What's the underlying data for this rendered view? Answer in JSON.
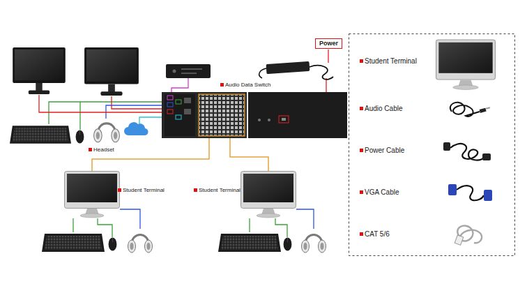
{
  "diagram": {
    "nodes": [
      {
        "text": [
          "Audio Data Switch"
        ]
      },
      {
        "text": [
          "Student Terminal"
        ]
      },
      {
        "text": [
          "Student Terminal"
        ]
      },
      {
        "text": [
          "Power"
        ]
      }
    ],
    "edges": [
      {
        "from": 0,
        "to": 1,
        "arrow": "none"
      },
      {
        "from": 0,
        "to": 2,
        "arrow": "none"
      }
    ],
    "labels": [
      "Headset"
    ],
    "legend": [
      {
        "text": "Student Terminal"
      },
      {
        "text": "Audio Cable"
      },
      {
        "text": "Power Cable"
      },
      {
        "text": "VGA Cable"
      },
      {
        "text": "CAT 5/6"
      }
    ]
  }
}
